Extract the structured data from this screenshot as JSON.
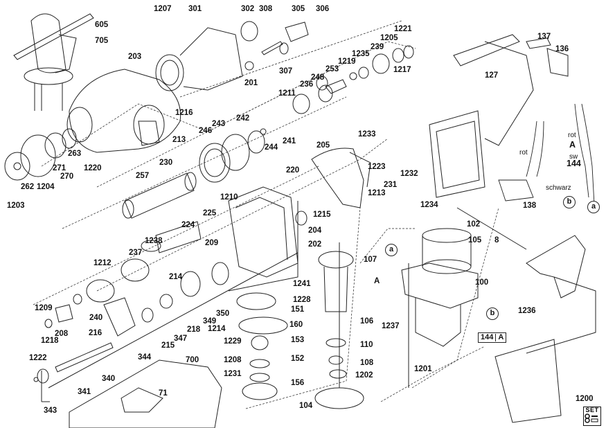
{
  "diagram": {
    "title": "Rotary hammer exploded parts diagram",
    "labels": [
      {
        "id": "605",
        "text": "605"
      },
      {
        "id": "705",
        "text": "705"
      },
      {
        "id": "1207",
        "text": "1207"
      },
      {
        "id": "301",
        "text": "301"
      },
      {
        "id": "302",
        "text": "302"
      },
      {
        "id": "308",
        "text": "308"
      },
      {
        "id": "305",
        "text": "305"
      },
      {
        "id": "306",
        "text": "306"
      },
      {
        "id": "203",
        "text": "203"
      },
      {
        "id": "307",
        "text": "307"
      },
      {
        "id": "201",
        "text": "201"
      },
      {
        "id": "1221",
        "text": "1221"
      },
      {
        "id": "1205",
        "text": "1205"
      },
      {
        "id": "239",
        "text": "239"
      },
      {
        "id": "1235",
        "text": "1235"
      },
      {
        "id": "1219",
        "text": "1219"
      },
      {
        "id": "1217",
        "text": "1217"
      },
      {
        "id": "253",
        "text": "253"
      },
      {
        "id": "248",
        "text": "248"
      },
      {
        "id": "236",
        "text": "236"
      },
      {
        "id": "1211",
        "text": "1211"
      },
      {
        "id": "137",
        "text": "137"
      },
      {
        "id": "136",
        "text": "136"
      },
      {
        "id": "127",
        "text": "127"
      },
      {
        "id": "1216",
        "text": "1216"
      },
      {
        "id": "242",
        "text": "242"
      },
      {
        "id": "243",
        "text": "243"
      },
      {
        "id": "246",
        "text": "246"
      },
      {
        "id": "213",
        "text": "213"
      },
      {
        "id": "241",
        "text": "241"
      },
      {
        "id": "244",
        "text": "244"
      },
      {
        "id": "263",
        "text": "263"
      },
      {
        "id": "271",
        "text": "271"
      },
      {
        "id": "270",
        "text": "270"
      },
      {
        "id": "1220",
        "text": "1220"
      },
      {
        "id": "262",
        "text": "262"
      },
      {
        "id": "1204",
        "text": "1204"
      },
      {
        "id": "1203",
        "text": "1203"
      },
      {
        "id": "230",
        "text": "230"
      },
      {
        "id": "257",
        "text": "257"
      },
      {
        "id": "1233",
        "text": "1233"
      },
      {
        "id": "205",
        "text": "205"
      },
      {
        "id": "1223",
        "text": "1223"
      },
      {
        "id": "220",
        "text": "220"
      },
      {
        "id": "1232",
        "text": "1232"
      },
      {
        "id": "231",
        "text": "231"
      },
      {
        "id": "1213",
        "text": "1213"
      },
      {
        "id": "1234",
        "text": "1234"
      },
      {
        "id": "1210",
        "text": "1210"
      },
      {
        "id": "1215",
        "text": "1215"
      },
      {
        "id": "225",
        "text": "225"
      },
      {
        "id": "224",
        "text": "224"
      },
      {
        "id": "204",
        "text": "204"
      },
      {
        "id": "209",
        "text": "209"
      },
      {
        "id": "202",
        "text": "202"
      },
      {
        "id": "1238",
        "text": "1238"
      },
      {
        "id": "237",
        "text": "237"
      },
      {
        "id": "1212",
        "text": "1212"
      },
      {
        "id": "214",
        "text": "214"
      },
      {
        "id": "102",
        "text": "102"
      },
      {
        "id": "138",
        "text": "138"
      },
      {
        "id": "144",
        "text": "144"
      },
      {
        "id": "105",
        "text": "105"
      },
      {
        "id": "8",
        "text": "8"
      },
      {
        "id": "107",
        "text": "107"
      },
      {
        "id": "100",
        "text": "100"
      },
      {
        "id": "1209",
        "text": "1209"
      },
      {
        "id": "240",
        "text": "240"
      },
      {
        "id": "208",
        "text": "208"
      },
      {
        "id": "1218",
        "text": "1218"
      },
      {
        "id": "216",
        "text": "216"
      },
      {
        "id": "218",
        "text": "218"
      },
      {
        "id": "347",
        "text": "347"
      },
      {
        "id": "215",
        "text": "215"
      },
      {
        "id": "349",
        "text": "349"
      },
      {
        "id": "350",
        "text": "350"
      },
      {
        "id": "1241",
        "text": "1241"
      },
      {
        "id": "1228",
        "text": "1228"
      },
      {
        "id": "151",
        "text": "151"
      },
      {
        "id": "160",
        "text": "160"
      },
      {
        "id": "1214",
        "text": "1214"
      },
      {
        "id": "153",
        "text": "153"
      },
      {
        "id": "1229",
        "text": "1229"
      },
      {
        "id": "152",
        "text": "152"
      },
      {
        "id": "1208",
        "text": "1208"
      },
      {
        "id": "1231",
        "text": "1231"
      },
      {
        "id": "156",
        "text": "156"
      },
      {
        "id": "106",
        "text": "106"
      },
      {
        "id": "110",
        "text": "110"
      },
      {
        "id": "108",
        "text": "108"
      },
      {
        "id": "1202",
        "text": "1202"
      },
      {
        "id": "104",
        "text": "104"
      },
      {
        "id": "1237",
        "text": "1237"
      },
      {
        "id": "1201",
        "text": "1201"
      },
      {
        "id": "1236",
        "text": "1236"
      },
      {
        "id": "1222",
        "text": "1222"
      },
      {
        "id": "344",
        "text": "344"
      },
      {
        "id": "340",
        "text": "340"
      },
      {
        "id": "341",
        "text": "341"
      },
      {
        "id": "343",
        "text": "343"
      },
      {
        "id": "700",
        "text": "700"
      },
      {
        "id": "71",
        "text": "71"
      },
      {
        "id": "1200",
        "text": "1200"
      }
    ],
    "wire_labels": {
      "rot_1": "rot",
      "rot_2": "rot",
      "sw": "sw",
      "schwarz": "schwarz",
      "connector_A_top": "A",
      "connector_A_left": "A"
    },
    "callout_circles": {
      "b_top": "b",
      "a_top": "a",
      "a_mid": "a",
      "b_mid": "b"
    },
    "ref_box": {
      "part": "144",
      "connector": "A"
    },
    "set_badge": {
      "text": "SET"
    }
  }
}
